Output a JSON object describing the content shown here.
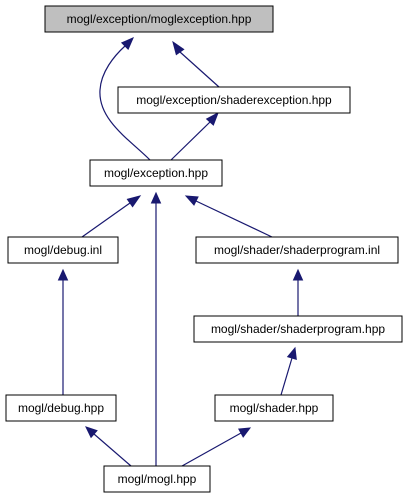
{
  "colors": {
    "edge": "#191970",
    "node_fill": "#ffffff",
    "highlight_fill": "#bfbfbf",
    "border": "#000000"
  },
  "nodes": {
    "moglexception": {
      "label": "mogl/exception/moglexception.hpp",
      "highlighted": true
    },
    "shaderexception": {
      "label": "mogl/exception/shaderexception.hpp",
      "highlighted": false
    },
    "exception": {
      "label": "mogl/exception.hpp",
      "highlighted": false
    },
    "debug_inl": {
      "label": "mogl/debug.inl",
      "highlighted": false
    },
    "shaderprogram_inl": {
      "label": "mogl/shader/shaderprogram.inl",
      "highlighted": false
    },
    "shaderprogram_hpp": {
      "label": "mogl/shader/shaderprogram.hpp",
      "highlighted": false
    },
    "debug_hpp": {
      "label": "mogl/debug.hpp",
      "highlighted": false
    },
    "shader_hpp": {
      "label": "mogl/shader.hpp",
      "highlighted": false
    },
    "mogl_hpp": {
      "label": "mogl/mogl.hpp",
      "highlighted": false
    }
  },
  "edges": [
    {
      "from": "shaderexception",
      "to": "moglexception"
    },
    {
      "from": "exception",
      "to": "moglexception"
    },
    {
      "from": "exception",
      "to": "shaderexception"
    },
    {
      "from": "debug_inl",
      "to": "exception"
    },
    {
      "from": "shaderprogram_inl",
      "to": "exception"
    },
    {
      "from": "mogl_hpp",
      "to": "exception"
    },
    {
      "from": "debug_hpp",
      "to": "debug_inl"
    },
    {
      "from": "shaderprogram_hpp",
      "to": "shaderprogram_inl"
    },
    {
      "from": "shader_hpp",
      "to": "shaderprogram_hpp"
    },
    {
      "from": "mogl_hpp",
      "to": "debug_hpp"
    },
    {
      "from": "mogl_hpp",
      "to": "shader_hpp"
    }
  ]
}
